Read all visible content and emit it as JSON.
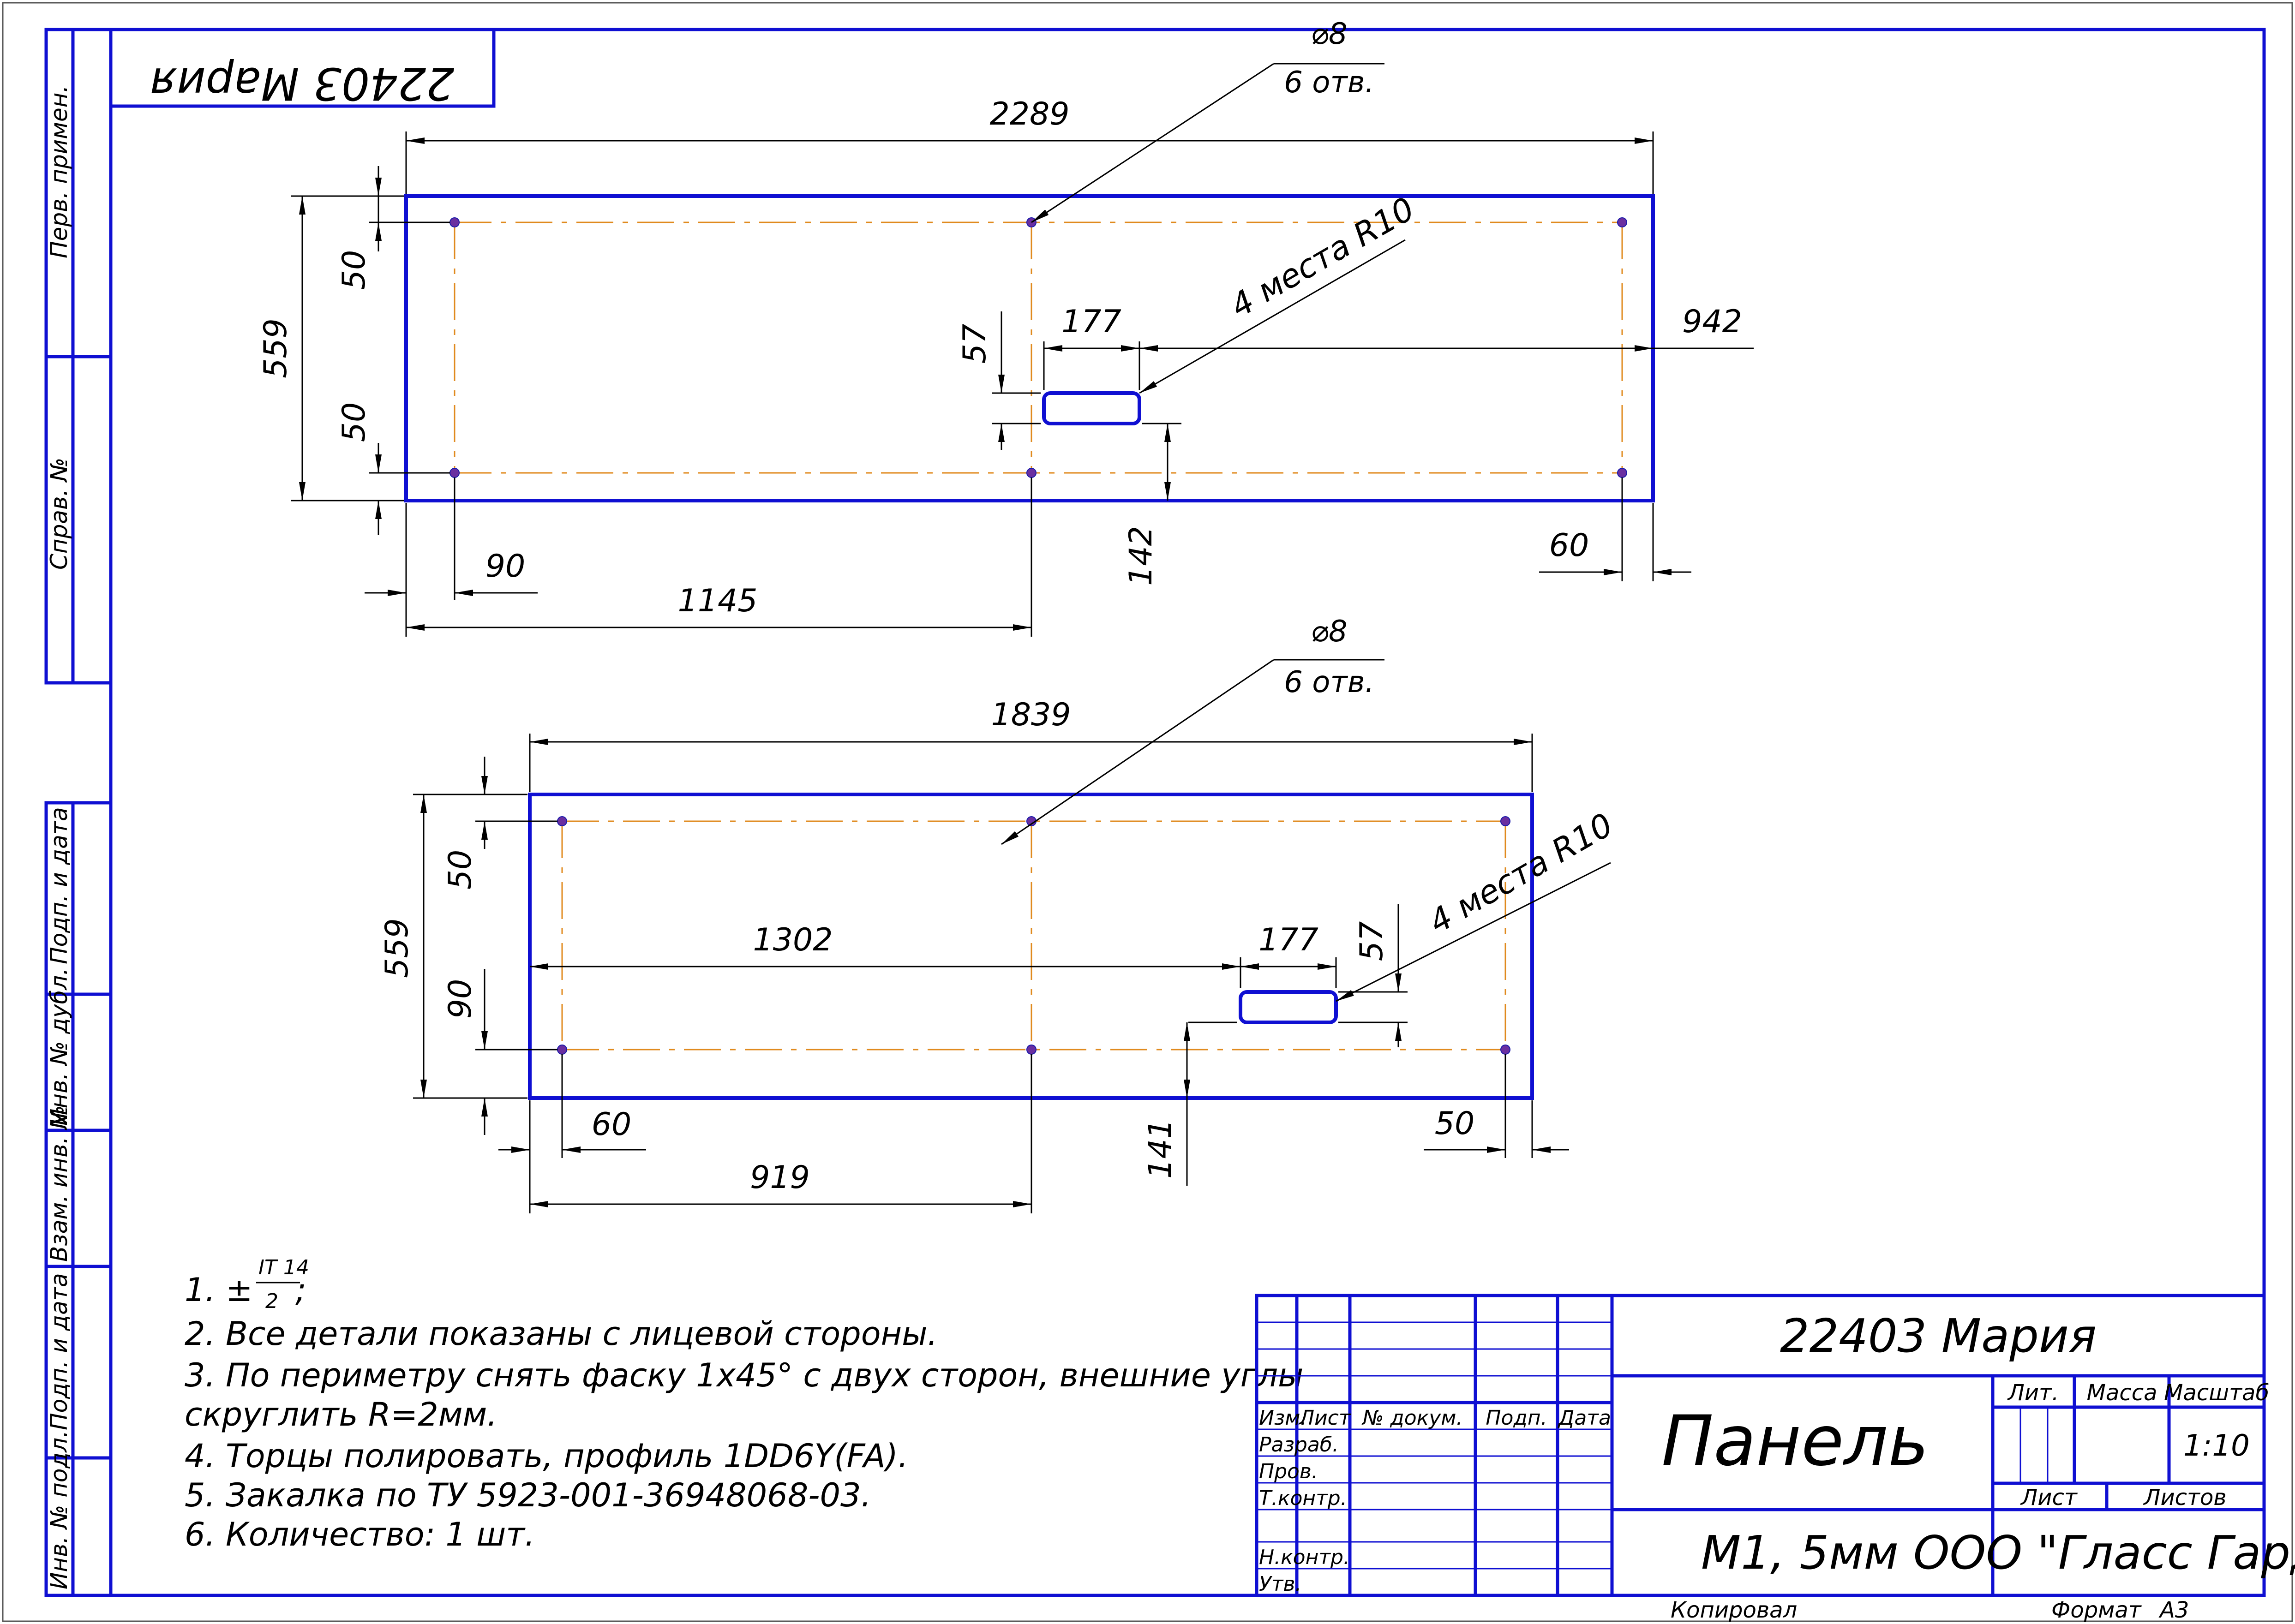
{
  "colors": {
    "frame": "#0f0fd2",
    "axis": "#e08a1e",
    "hole": "#6a2fa0",
    "dim": "#000000"
  },
  "margin_labels": {
    "perv_primen": "Перв. примен.",
    "sprav_no": "Справ. №",
    "podp_data_top": "Подп. и дата",
    "inv_dubl": "Инв. № дубл.",
    "vzam_inv": "Взам. инв. №",
    "podp_data_bottom": "Подп. и дата",
    "inv_podl": "Инв. № подл."
  },
  "corner_stamp": "22403 Мария",
  "view1": {
    "dims": {
      "width": "2289",
      "height": "559",
      "edge_top": "50",
      "edge_bottom": "50",
      "left_hole": "90",
      "center": "1145",
      "right_hole": "60",
      "slot_right": "942",
      "slot_len": "177",
      "slot_h": "57",
      "slot_bottom": "142"
    },
    "hole_callout": {
      "diameter": "⌀8",
      "count": "6 отв."
    },
    "radius_callout": "4 места R10"
  },
  "view2": {
    "dims": {
      "width": "1839",
      "height": "559",
      "edge_top": "50",
      "edge_mid": "90",
      "left_hole": "60",
      "center": "919",
      "right_hole": "50",
      "slot_left": "1302",
      "slot_len": "177",
      "slot_h": "57",
      "slot_bottom": "141"
    },
    "hole_callout": {
      "diameter": "⌀8",
      "count": "6 отв."
    },
    "radius_callout": "4 места R10"
  },
  "notes": {
    "n1_prefix": "1. ±",
    "n1_num": "IT 14",
    "n1_den": "2",
    "n1_suffix": ";",
    "n2": "2. Все детали показаны с лицевой стороны.",
    "n3a": "3. По периметру снять фаску 1х45° с двух сторон, внешние углы",
    "n3b": "скруглить R=2мм.",
    "n4": "4.  Торцы полировать, профиль 1DD6Y(FA).",
    "n5": "5.  Закалка по ТУ 5923-001-36948068-03.",
    "n6": "6.  Количество: 1 шт."
  },
  "title_block": {
    "designation": "22403  Мария",
    "name": "Панель",
    "material": "М1,    5мм",
    "company": "ООО \"Гласс Гард\"",
    "lit": "Лит.",
    "massa": "Масса",
    "masshtab": "Масштаб",
    "scale": "1:10",
    "list": "Лист",
    "listov": "Листов",
    "izm": "Изм.",
    "list_col": "Лист",
    "doc_no": "№ докум.",
    "podp": "Подп.",
    "data": "Дата",
    "razrab": "Разраб.",
    "prov": "Пров.",
    "tkontr": "Т.контр.",
    "nkontr": "Н.контр.",
    "utv": "Утв."
  },
  "footer": {
    "kopiroval": "Копировал",
    "format": "Формат",
    "format_value": "А3"
  }
}
